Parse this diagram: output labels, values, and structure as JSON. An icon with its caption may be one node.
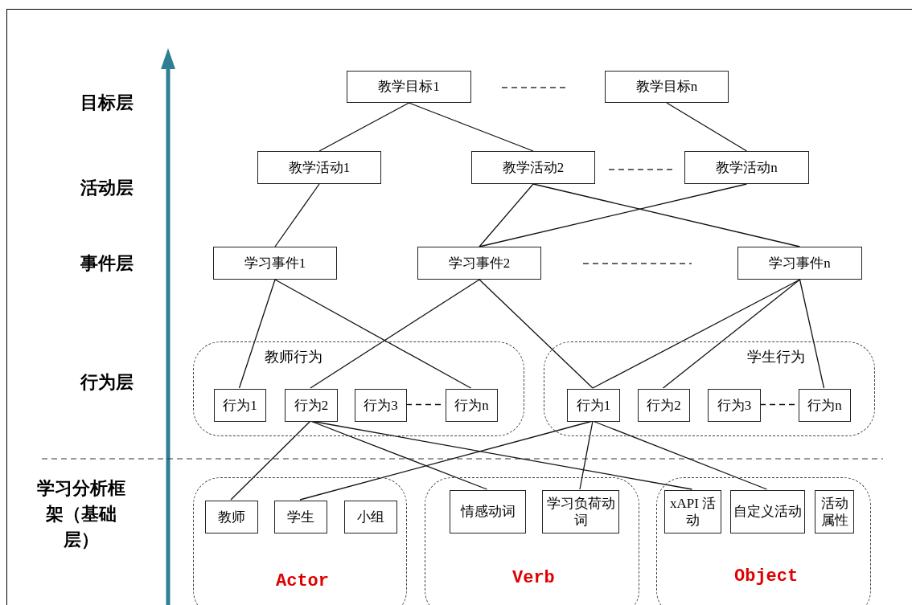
{
  "diagram": {
    "nodes": [
      {
        "text": [
          "教学目标1"
        ]
      },
      {
        "text": [
          "教学目标n"
        ]
      },
      {
        "text": [
          "教学活动1"
        ]
      },
      {
        "text": [
          "教学活动2"
        ]
      },
      {
        "text": [
          "教学活动n"
        ]
      },
      {
        "text": [
          "学习事件1"
        ]
      },
      {
        "text": [
          "学习事件2"
        ]
      },
      {
        "text": [
          "学习事件n"
        ]
      },
      {
        "text": [
          "教师行为"
        ]
      },
      {
        "text": [
          "行为1"
        ],
        "in": 8
      },
      {
        "text": [
          "行为2"
        ],
        "in": 8
      },
      {
        "text": [
          "行为3"
        ],
        "in": 8
      },
      {
        "text": [
          "行为n"
        ],
        "in": 8
      },
      {
        "text": [
          "学生行为"
        ]
      },
      {
        "text": [
          "行为1"
        ],
        "in": 13
      },
      {
        "text": [
          "行为2"
        ],
        "in": 13
      },
      {
        "text": [
          "行为3"
        ],
        "in": 13
      },
      {
        "text": [
          "行为n"
        ],
        "in": 13
      },
      {
        "text": [
          "Actor"
        ]
      },
      {
        "text": [
          "教师"
        ],
        "in": 18
      },
      {
        "text": [
          "学生"
        ],
        "in": 18
      },
      {
        "text": [
          "小组"
        ],
        "in": 18
      },
      {
        "text": [
          "Verb"
        ]
      },
      {
        "text": [
          "情感动词"
        ],
        "in": 22
      },
      {
        "text": [
          "学习负荷动词"
        ],
        "in": 22
      },
      {
        "text": [
          "Object"
        ]
      },
      {
        "text": [
          "xAPI 活动"
        ],
        "in": 25
      },
      {
        "text": [
          "自定义活动"
        ],
        "in": 25
      },
      {
        "text": [
          "活动属性"
        ],
        "in": 25
      }
    ],
    "edges": [
      {
        "from": 0,
        "to": 2,
        "arrow": "none"
      },
      {
        "from": 0,
        "to": 3,
        "arrow": "none"
      },
      {
        "from": 1,
        "to": 4,
        "arrow": "none"
      },
      {
        "from": 2,
        "to": 5,
        "arrow": "none"
      },
      {
        "from": 3,
        "to": 6,
        "arrow": "none"
      },
      {
        "from": 3,
        "to": 7,
        "arrow": "none"
      },
      {
        "from": 4,
        "to": 6,
        "arrow": "none"
      },
      {
        "from": 5,
        "to": 9,
        "arrow": "none"
      },
      {
        "from": 5,
        "to": 12,
        "arrow": "none"
      },
      {
        "from": 6,
        "to": 10,
        "arrow": "none"
      },
      {
        "from": 6,
        "to": 14,
        "arrow": "none"
      },
      {
        "from": 7,
        "to": 14,
        "arrow": "none"
      },
      {
        "from": 7,
        "to": 15,
        "arrow": "none"
      },
      {
        "from": 7,
        "to": 17,
        "arrow": "none"
      },
      {
        "from": 11,
        "to": 12,
        "arrow": "none",
        "style": "dashed"
      },
      {
        "from": 16,
        "to": 17,
        "arrow": "none",
        "style": "dashed"
      },
      {
        "from": 10,
        "to": 19,
        "arrow": "none"
      },
      {
        "from": 10,
        "to": 23,
        "arrow": "none"
      },
      {
        "from": 10,
        "to": 26,
        "arrow": "none"
      },
      {
        "from": 14,
        "to": 20,
        "arrow": "none"
      },
      {
        "from": 14,
        "to": 24,
        "arrow": "none"
      },
      {
        "from": 14,
        "to": 27,
        "arrow": "none"
      }
    ],
    "labels": [
      "目标层",
      "活动层",
      "事件层",
      "行为层",
      "学习分析框架（基础层）"
    ]
  }
}
